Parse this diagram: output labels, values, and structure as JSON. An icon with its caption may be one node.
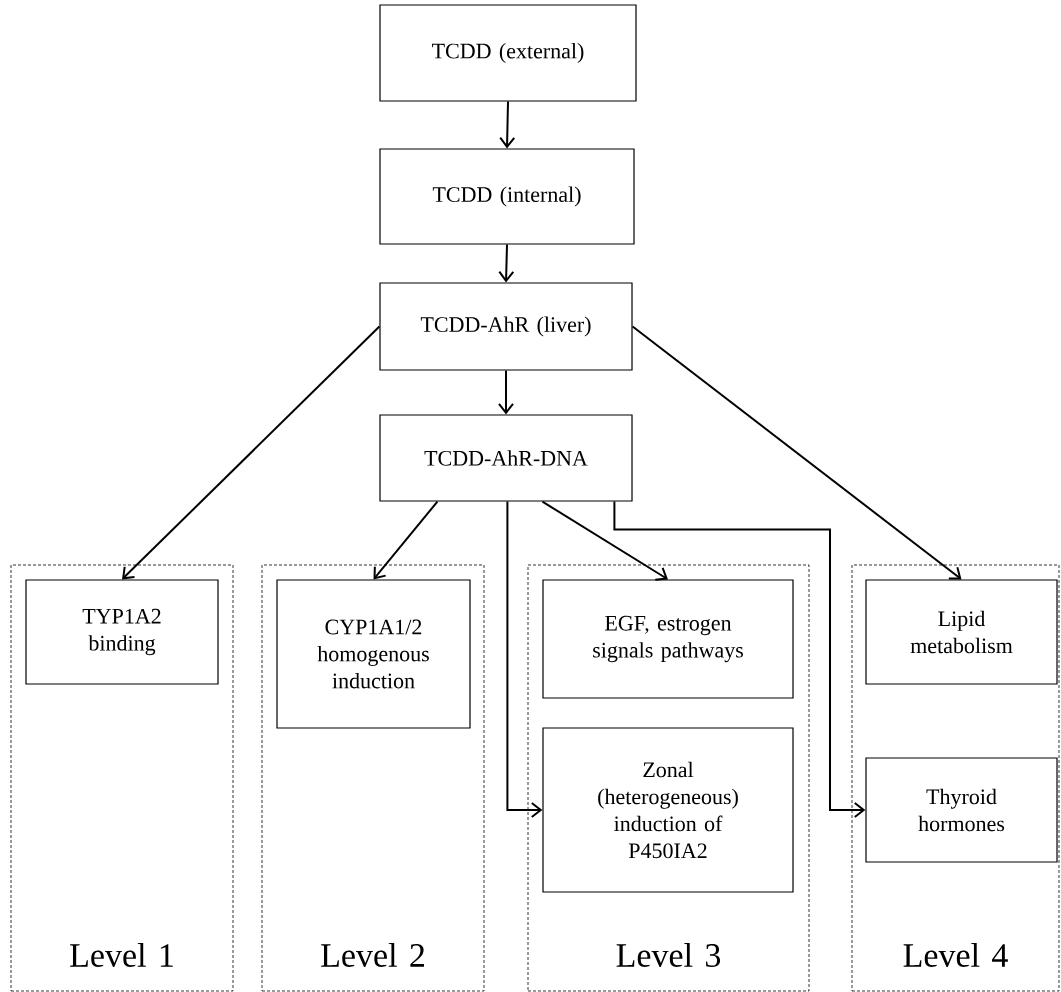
{
  "diagram": {
    "nodes": [
      {
        "text": [
          "TCDD (external)"
        ]
      },
      {
        "text": [
          "TCDD (internal)"
        ]
      },
      {
        "text": [
          "TCDD-AhR (liver)"
        ]
      },
      {
        "text": [
          "TCDD-AhR-DNA"
        ]
      },
      {
        "text": [
          "Level 1"
        ]
      },
      {
        "text": [
          "TYP1A2 binding"
        ],
        "in": 4
      },
      {
        "text": [
          "Level 2"
        ]
      },
      {
        "text": [
          "CYP1A1/2 homogenous induction"
        ],
        "in": 6
      },
      {
        "text": [
          "Level 3"
        ]
      },
      {
        "text": [
          "EGF, estrogen signals pathways"
        ],
        "in": 8
      },
      {
        "text": [
          "Zonal (heterogeneous) induction of P450IA2"
        ],
        "in": 8
      },
      {
        "text": [
          "Level 4"
        ]
      },
      {
        "text": [
          "Lipid metabolism"
        ],
        "in": 11
      },
      {
        "text": [
          "Thyroid hormones"
        ],
        "in": 11
      }
    ],
    "edges": [
      {
        "from": 0,
        "to": 1,
        "arrow": "to"
      },
      {
        "from": 1,
        "to": 2,
        "arrow": "to"
      },
      {
        "from": 2,
        "to": 3,
        "arrow": "to"
      },
      {
        "from": 2,
        "to": 5,
        "arrow": "to"
      },
      {
        "from": 2,
        "to": 12,
        "arrow": "to"
      },
      {
        "from": 3,
        "to": 7,
        "arrow": "to"
      },
      {
        "from": 3,
        "to": 9,
        "arrow": "to"
      },
      {
        "from": 3,
        "to": 10,
        "arrow": "to"
      },
      {
        "from": 3,
        "to": 13,
        "arrow": "to"
      }
    ]
  }
}
